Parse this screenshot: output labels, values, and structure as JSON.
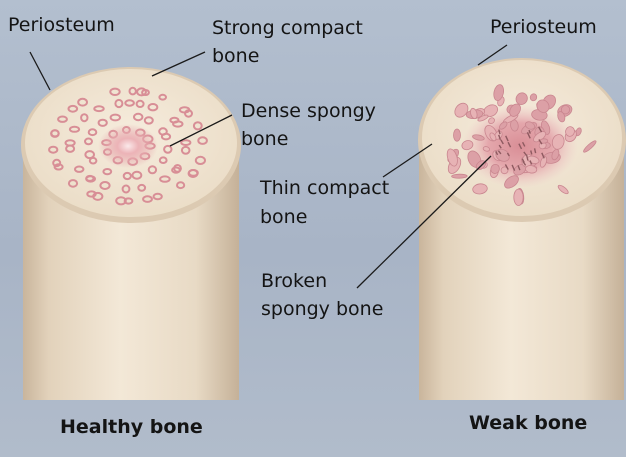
{
  "labels": {
    "periosteum_left": "Periosteum",
    "strong_compact_1": "Strong compact",
    "strong_compact_2": "bone",
    "dense_spongy_1": "Dense spongy",
    "dense_spongy_2": "bone",
    "periosteum_right": "Periosteum",
    "thin_compact_1": "Thin compact",
    "thin_compact_2": "bone",
    "broken_spongy_1": "Broken",
    "broken_spongy_2": "spongy bone"
  },
  "captions": {
    "healthy": "Healthy bone",
    "weak": "Weak bone"
  },
  "colors": {
    "background": "#aab6c8",
    "bone_shaft": "#eadcc7",
    "compact_ring": "#f2e6d2",
    "spongy_tissue": "#d99aa0",
    "marrow_center": "#e9a9ae",
    "leader_line": "#1a1a1a"
  }
}
